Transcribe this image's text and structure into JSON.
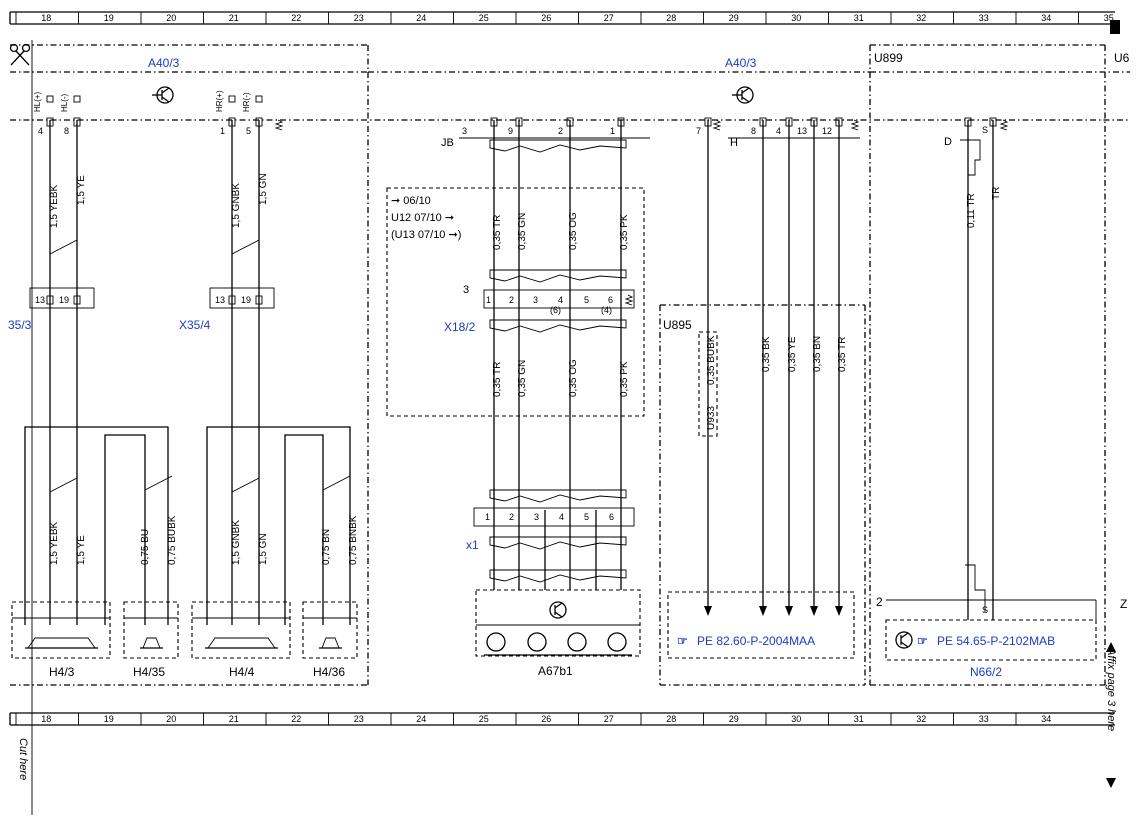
{
  "grid": {
    "top_numbers": [
      "18",
      "19",
      "20",
      "21",
      "22",
      "23",
      "24",
      "25",
      "26",
      "27",
      "28",
      "29",
      "30",
      "31",
      "32",
      "33",
      "34",
      "35"
    ],
    "bottom_numbers": [
      "18",
      "19",
      "20",
      "21",
      "22",
      "23",
      "24",
      "25",
      "26",
      "27",
      "28",
      "29",
      "30",
      "31",
      "32",
      "33",
      "34"
    ]
  },
  "modules": {
    "a40_left": "A40/3",
    "a40_right": "A40/3",
    "u899": "U899",
    "u6": "U6",
    "u895": "U895"
  },
  "left_pins": {
    "hl_plus": "HL(+)",
    "hl_minus": "HL(-)",
    "hr_plus": "HR(+)",
    "hr_minus": "HR(-)",
    "p4": "4",
    "p8": "8",
    "p1": "1",
    "p5": "5"
  },
  "wires_left": {
    "w1": "1,5 YEBK",
    "w2": "1,5 YE",
    "w3": "1,5 GNBK",
    "w4": "1,5 GN",
    "w5": "1,5 YEBK",
    "w6": "1,5 YE",
    "w7": "0,75 BU",
    "w8": "0,75 BUBK",
    "w9": "1,5 GNBK",
    "w10": "1,5 GN",
    "w11": "0,75 BN",
    "w12": "0,75 BNBK"
  },
  "connectors_left": {
    "x35_3": "35/3",
    "x35_4": "X35/4",
    "p13a": "13",
    "p19a": "19",
    "p13b": "13",
    "p19b": "19"
  },
  "speakers": {
    "h4_3": "H4/3",
    "h4_35": "H4/35",
    "h4_4": "H4/4",
    "h4_36": "H4/36"
  },
  "middle": {
    "jb": "JB",
    "h": "H",
    "pins_top": [
      "3",
      "9",
      "2",
      "1",
      "7",
      "8",
      "4",
      "13",
      "12"
    ],
    "note1": "➞ 06/10",
    "note2": "U12 07/10 ➞",
    "note3": "(U13 07/10 ➞)",
    "w_tr": "0,35 TR",
    "w_gn": "0,35 GN",
    "w_og": "0,35 OG",
    "w_pk": "0,35 PK",
    "x18_2": "X18/2",
    "x18_num": "3",
    "x18_pins": [
      "1",
      "2",
      "3",
      "4",
      "5",
      "6"
    ],
    "x18_sub": [
      "(6)",
      "(4)"
    ],
    "x1": "x1",
    "x1_pins": [
      "1",
      "2",
      "3",
      "4",
      "5",
      "6"
    ],
    "a67b1": "A67b1"
  },
  "u895_block": {
    "w_bubk": "0,35 BUBK",
    "u933": "U933",
    "w_bk": "0,35 BK",
    "w_ye": "0,35 YE",
    "w_bn": "0,35 BN",
    "w_tr": "0,35 TR",
    "ref": "PE 82.60-P-2004MAA"
  },
  "right_block": {
    "d": "D",
    "s": "S",
    "w_011tr": "0,11 TR",
    "w_tr": "TR",
    "n2": "2",
    "z": "Z",
    "s2": "S",
    "ref": "PE 54.65-P-2102MAB",
    "n66_2": "N66/2"
  },
  "margin": {
    "cut_here": "Cut here",
    "affix": "Affix page 3 here"
  }
}
